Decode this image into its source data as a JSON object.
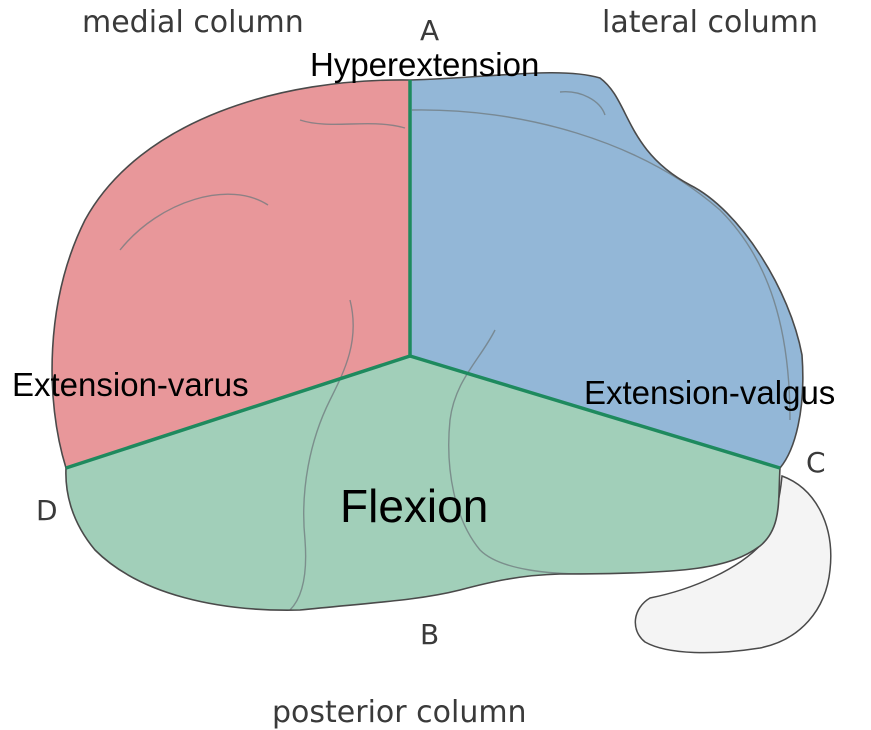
{
  "diagram": {
    "column_labels": {
      "medial": "medial column",
      "lateral": "lateral column",
      "posterior": "posterior column"
    },
    "point_labels": {
      "a": "A",
      "b": "B",
      "c": "C",
      "d": "D"
    },
    "region_labels": {
      "hyperextension": "Hyperextension",
      "extension_varus": "Extension-varus",
      "extension_valgus": "Extension-valgus",
      "flexion": "Flexion"
    },
    "colors": {
      "medial_region": "#e8979a",
      "lateral_region": "#93b7d7",
      "posterior_region": "#a1cfb9",
      "fibula": "#f4f4f4",
      "divider_lines": "#1e8a5e",
      "outline": "#4a4a4a"
    }
  }
}
